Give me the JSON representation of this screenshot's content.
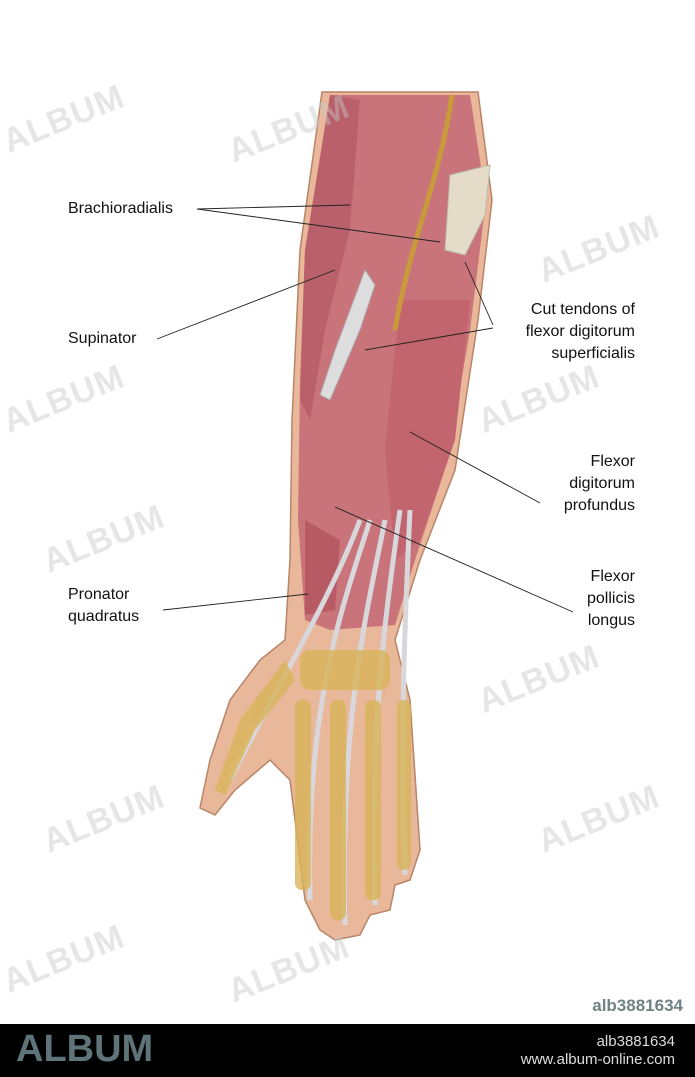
{
  "labels": {
    "brachioradialis": "Brachioradialis",
    "supinator": "Supinator",
    "cut_tendons": [
      "Cut tendons of",
      "flexor digitorum",
      "superficialis"
    ],
    "flexor_digitorum_profundus": [
      "Flexor",
      "digitorum",
      "profundus"
    ],
    "flexor_pollicis_longus": [
      "Flexor",
      "pollicis",
      "longus"
    ],
    "pronator_quadratus": [
      "Pronator",
      "quadratus"
    ]
  },
  "watermark": "ALBUM",
  "image_id": "alb3881634",
  "footer": {
    "logo": "ALBUM",
    "id": "alb3881634",
    "url": "www.album-online.com"
  },
  "colors": {
    "muscle": "#c9747a",
    "tendon": "#d8d8d8",
    "bone": "#d9b45a",
    "skin": "#e9b79a"
  }
}
